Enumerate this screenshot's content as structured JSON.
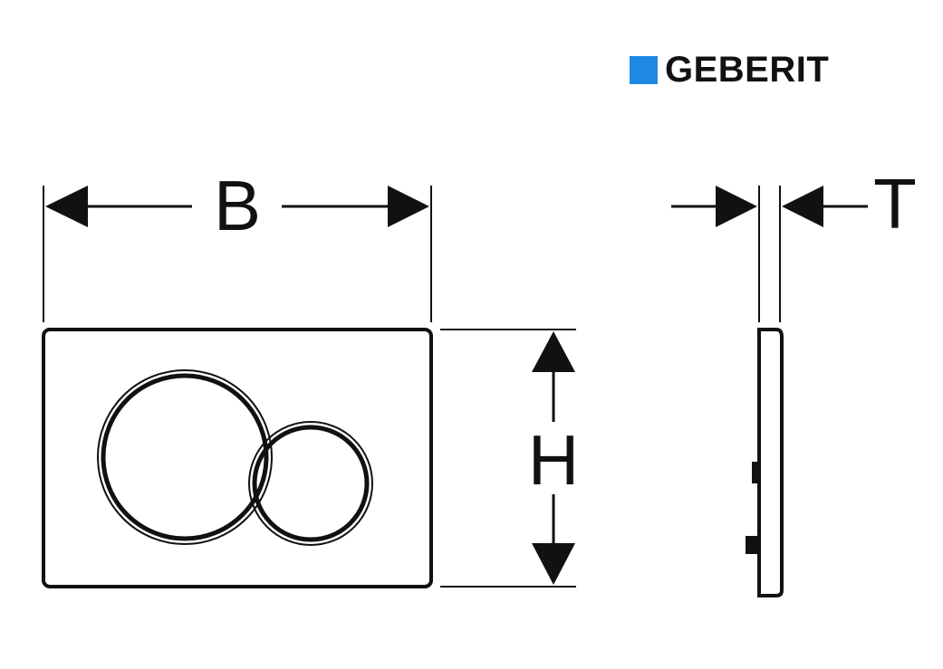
{
  "brand": {
    "name": "GEBERIT",
    "accent_color": "#1e88e5"
  },
  "dimensions": {
    "width_label": "B",
    "height_label": "H",
    "thickness_label": "T"
  },
  "colors": {
    "line": "#111111",
    "background": "#ffffff"
  }
}
